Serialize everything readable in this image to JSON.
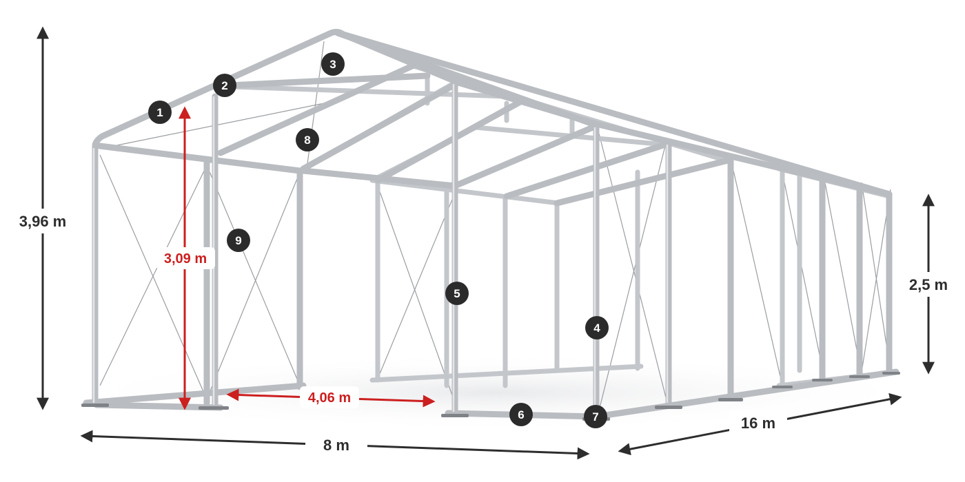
{
  "colors": {
    "frame": "#b9bcc0",
    "frame_edge": "#8e9297",
    "dimension": "#2d2d2d",
    "opening_dimension": "#cc1f1f",
    "badge": "#2b2b2b"
  },
  "dimensions": {
    "total_height": "3,96 m",
    "side_height": "2,5 m",
    "width": "8 m",
    "length": "16 m",
    "gate_height": "3,09 m",
    "gate_width": "4,06 m"
  },
  "badges": [
    "1",
    "2",
    "3",
    "4",
    "5",
    "6",
    "7",
    "8",
    "9"
  ]
}
